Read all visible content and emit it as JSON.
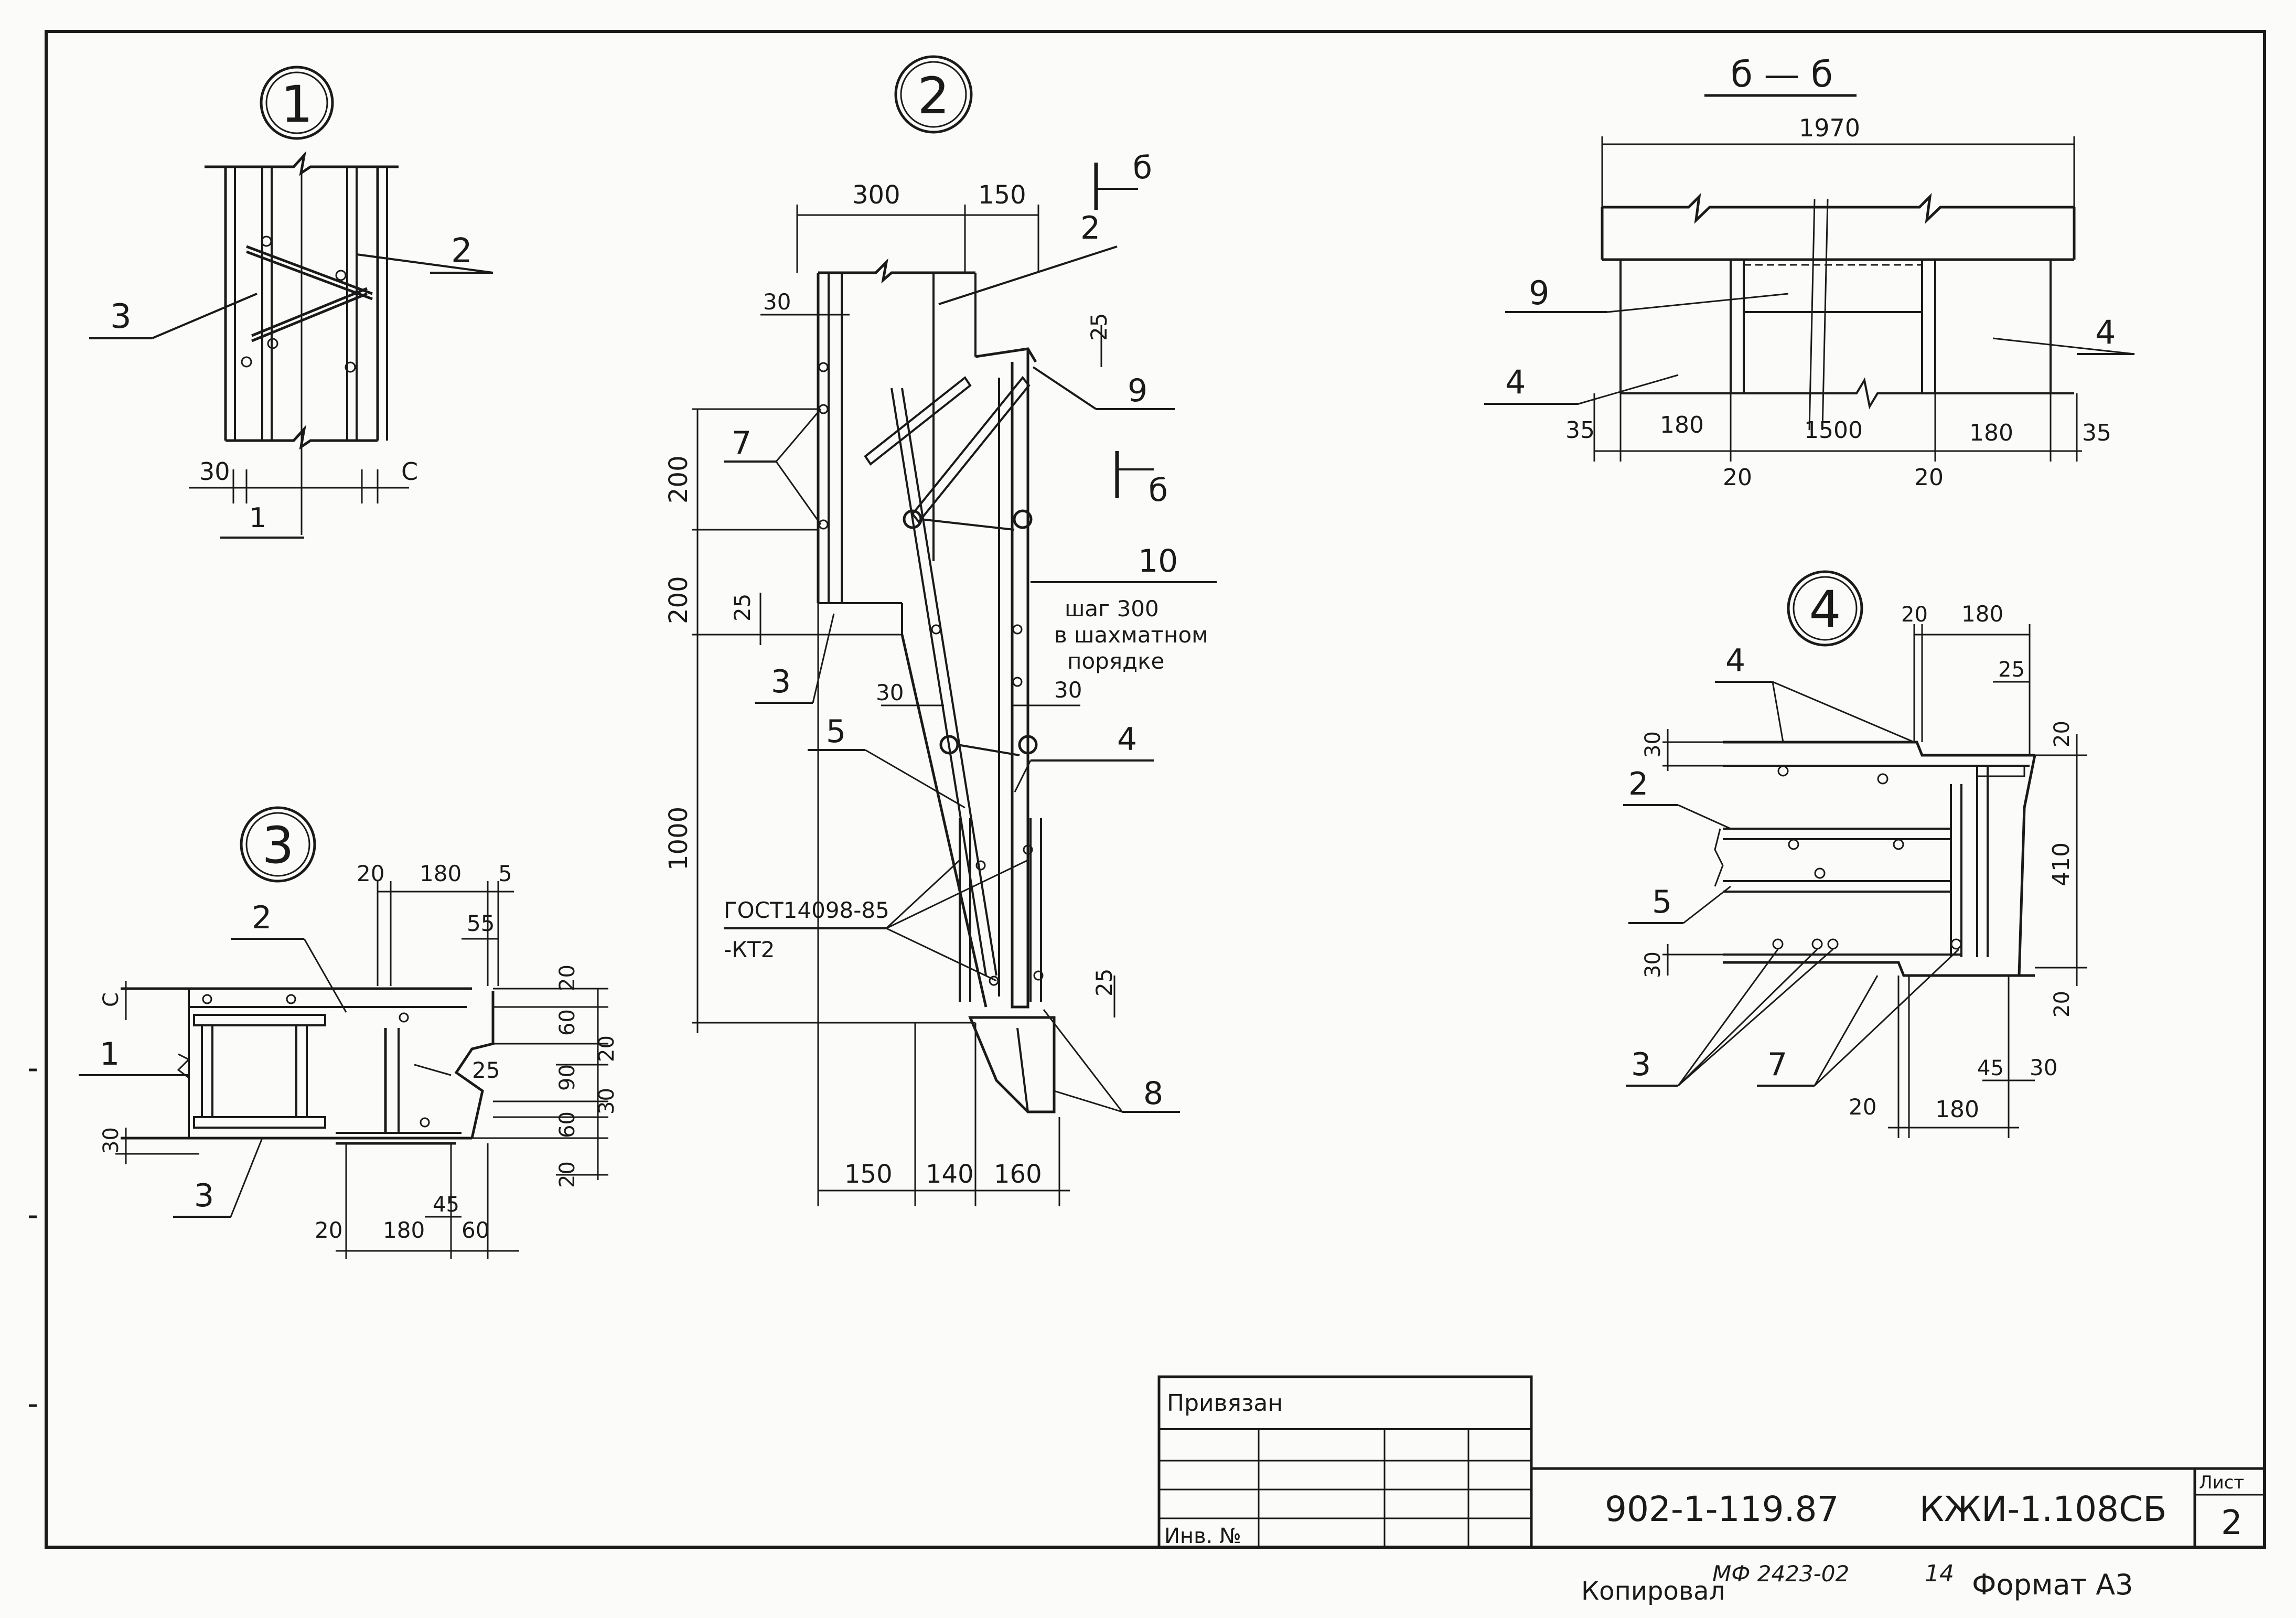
{
  "views": {
    "v1": {
      "mark": "1",
      "dims": [
        "30",
        "C",
        "1"
      ],
      "callouts": [
        "2",
        "3"
      ]
    },
    "v2": {
      "mark": "2",
      "dims_top": [
        "300",
        "150"
      ],
      "dims_small": [
        "30",
        "25",
        "25",
        "30",
        "30",
        "25"
      ],
      "dims_left": [
        "200",
        "200",
        "1000"
      ],
      "dims_bottom": [
        "150",
        "140",
        "160"
      ],
      "callouts": [
        "2",
        "9",
        "7",
        "10",
        "3",
        "5",
        "4",
        "8"
      ],
      "section_mark": "б",
      "note_lines": [
        "шаг 300",
        "в шахматном",
        "порядке"
      ],
      "gost_lines": [
        "ГОСТ14098-85",
        "-КТ2"
      ]
    },
    "v3": {
      "mark": "3",
      "dims_top": [
        "20",
        "180",
        "5",
        "55"
      ],
      "dims_right": [
        "20",
        "60",
        "20",
        "90",
        "30",
        "60",
        "20"
      ],
      "dims_left": [
        "С",
        "30"
      ],
      "dims_bottom": [
        "20",
        "180",
        "45",
        "60"
      ],
      "slope": "25",
      "callouts": [
        "2",
        "1",
        "3"
      ]
    },
    "v4": {
      "mark": "4",
      "dims_top": [
        "20",
        "180",
        "25"
      ],
      "dims_right": [
        "20",
        "410",
        "20"
      ],
      "dims_left": [
        "30",
        "30"
      ],
      "dims_bottom": [
        "45",
        "30",
        "20",
        "180"
      ],
      "callouts": [
        "4",
        "2",
        "5",
        "3",
        "7"
      ]
    },
    "b6": {
      "title": "б — б",
      "total": "1970",
      "dims_bottom": [
        "35",
        "180",
        "1500",
        "180",
        "35"
      ],
      "dims_sub": [
        "20",
        "20"
      ],
      "callouts": [
        "9",
        "4",
        "4"
      ]
    }
  },
  "title_block": {
    "bound": "Привязан",
    "inv": "Инв. №",
    "code": "902-1-119.87",
    "doc": "КЖИ-1.108СБ",
    "sheet_label": "Лист",
    "sheet_no": "2"
  },
  "footer": {
    "copied": "Копировал",
    "order": "МФ 2423-02",
    "num": "14",
    "format": "Формат А3"
  }
}
